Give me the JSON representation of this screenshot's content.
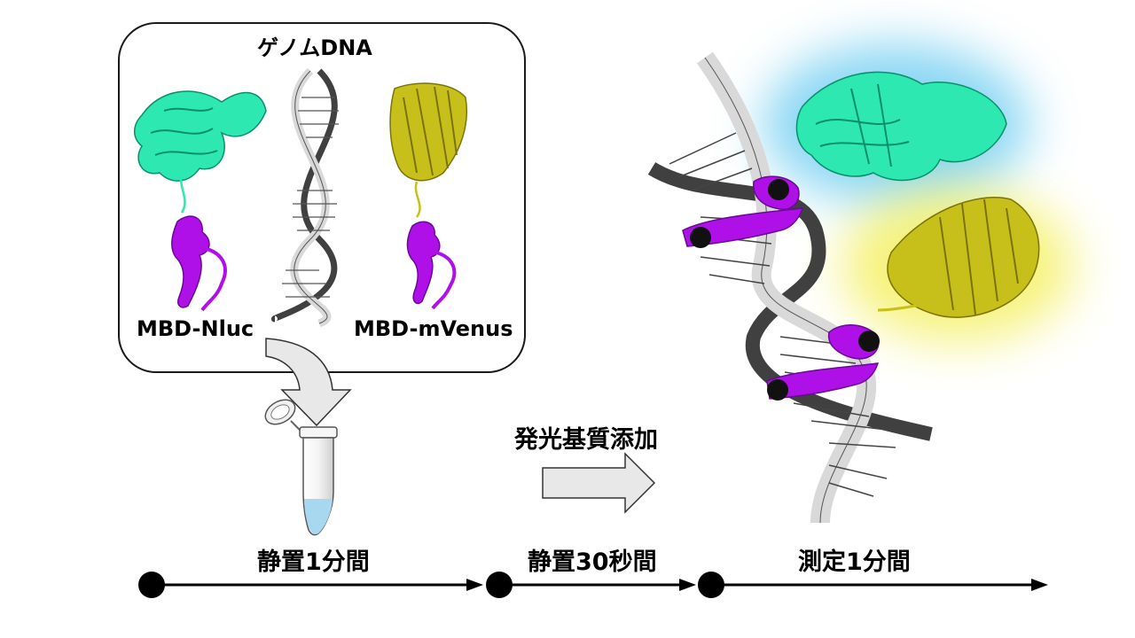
{
  "labels": {
    "genomic_dna": "ゲノムDNA",
    "mbd_nluc": "MBD-Nluc",
    "mbd_mvenus": "MBD-mVenus",
    "substrate_addition": "発光基質添加"
  },
  "timeline": [
    {
      "label": "静置1分間"
    },
    {
      "label": "静置30秒間"
    },
    {
      "label": "測定1分間"
    }
  ],
  "colors": {
    "nluc_protein": "#2de8b0",
    "venus_protein": "#c8c01a",
    "mbd_domain": "#b010e8",
    "dna_strand": "#d9d9d9",
    "dna_dark_strand": "#404040",
    "blue_glow": "#60c8f0",
    "yellow_glow": "#f4f060",
    "tube_liquid": "#a8d8f0",
    "arrow_fill": "#e8e8e8"
  }
}
